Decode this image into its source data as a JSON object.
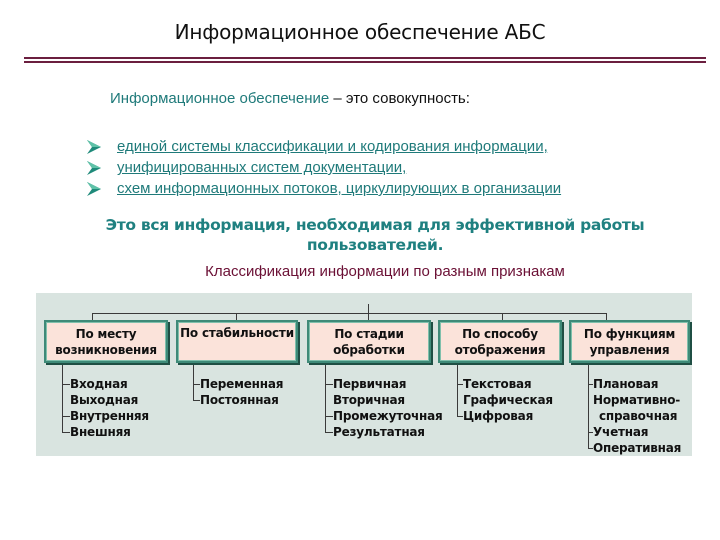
{
  "header": {
    "title": "Информационное обеспечение АБС",
    "rule_color": "#6b1f3f"
  },
  "intro": {
    "lead": "Информационное обеспечение",
    "rest": " – это совокупность:",
    "lead_color": "#1f7a7a"
  },
  "bullets": {
    "icon": "arrowhead-bullet-icon",
    "color": "#1f7a7a",
    "items": [
      "единой системы классификации и кодирования информации,",
      "унифицированных систем документации,",
      "схем информационных потоков, циркулирующих в организации"
    ]
  },
  "summary": {
    "line1": "Это вся информация, необходимая для эффективной работы",
    "line2": "пользователей.",
    "color": "#1f8080"
  },
  "diagram": {
    "title": "Классификация информации по разным признакам",
    "title_color": "#6b1035",
    "categories": [
      {
        "label_line1": "По месту",
        "label_line2": "возникновения",
        "items": [
          "Входная",
          "Выходная",
          "Внутренняя",
          "Внешняя"
        ]
      },
      {
        "label_line1": "По стабильности",
        "label_line2": "",
        "items": [
          "Переменная",
          "Постоянная"
        ]
      },
      {
        "label_line1": "По стадии",
        "label_line2": "обработки",
        "items": [
          "Первичная",
          "Вторичная",
          "Промежуточная",
          "Результатная"
        ]
      },
      {
        "label_line1": "По способу",
        "label_line2": "отображения",
        "items": [
          "Текстовая",
          "Графическая",
          "Цифровая"
        ]
      },
      {
        "label_line1": "По функциям",
        "label_line2": "управления",
        "items": [
          "Плановая",
          "Нормативно-",
          "справочная",
          "Учетная",
          "Оперативная"
        ]
      }
    ]
  }
}
